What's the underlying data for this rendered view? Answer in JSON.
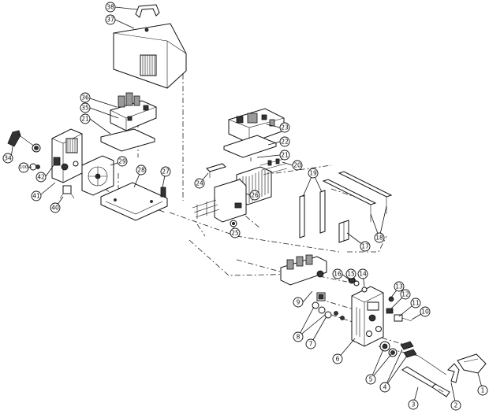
{
  "callouts": [
    {
      "label": "38"
    },
    {
      "label": "37"
    },
    {
      "label": "36"
    },
    {
      "label": "35"
    },
    {
      "label": "21"
    },
    {
      "label": "34"
    },
    {
      "label": "100"
    },
    {
      "label": "42"
    },
    {
      "label": "41"
    },
    {
      "label": "40"
    },
    {
      "label": "29"
    },
    {
      "label": "28"
    },
    {
      "label": "27"
    },
    {
      "label": "23"
    },
    {
      "label": "22"
    },
    {
      "label": "21"
    },
    {
      "label": "20"
    },
    {
      "label": "24"
    },
    {
      "label": "26"
    },
    {
      "label": "25"
    },
    {
      "label": "19"
    },
    {
      "label": "18"
    },
    {
      "label": "17"
    },
    {
      "label": "9"
    },
    {
      "label": "8"
    },
    {
      "label": "7"
    },
    {
      "label": "16"
    },
    {
      "label": "15"
    },
    {
      "label": "14"
    },
    {
      "label": "13"
    },
    {
      "label": "12"
    },
    {
      "label": "11"
    },
    {
      "label": "10"
    },
    {
      "label": "6"
    },
    {
      "label": "5"
    },
    {
      "label": "4"
    },
    {
      "label": "3"
    },
    {
      "label": "2"
    },
    {
      "label": "1"
    }
  ]
}
